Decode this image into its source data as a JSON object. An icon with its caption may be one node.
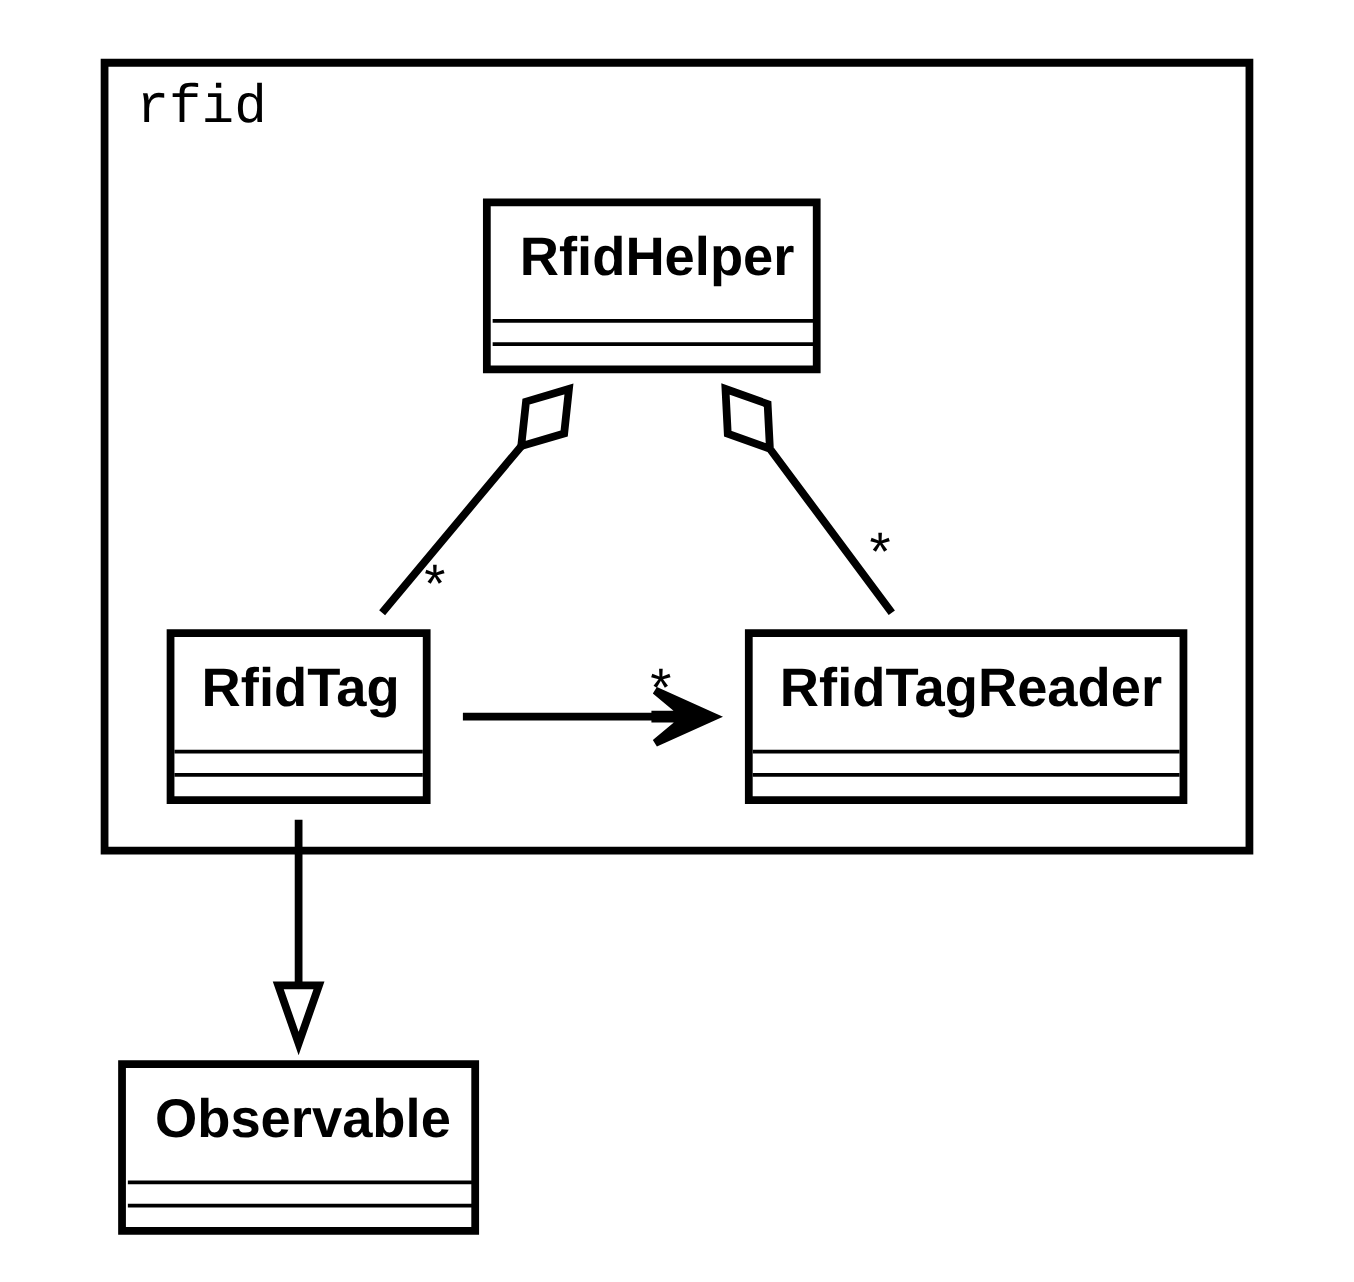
{
  "diagram": {
    "nodes": [
      {
        "text": [
          "rfid"
        ]
      },
      {
        "text": [
          "RfidHelper"
        ],
        "in": 0
      },
      {
        "text": [
          "RfidTag"
        ],
        "in": 0
      },
      {
        "text": [
          "RfidTagReader"
        ],
        "in": 0
      },
      {
        "text": [
          "Observable"
        ]
      }
    ],
    "edges": [
      {
        "from": 1,
        "to": 2,
        "arrow": "other",
        "label": "*"
      },
      {
        "from": 1,
        "to": 3,
        "arrow": "other",
        "label": "*"
      },
      {
        "from": 2,
        "to": 3,
        "arrow": "to",
        "label": "*"
      },
      {
        "from": 2,
        "to": 4,
        "arrow": "to"
      }
    ]
  }
}
